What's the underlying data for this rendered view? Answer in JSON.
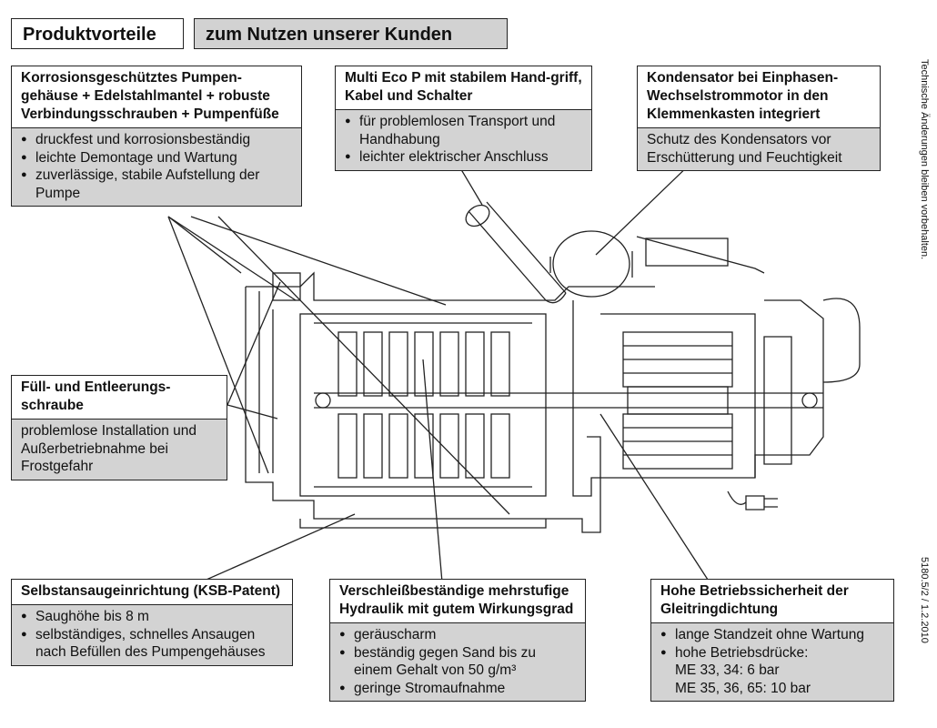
{
  "tabs": {
    "left": "Produktvorteile",
    "right": "zum Nutzen unserer Kunden"
  },
  "boxes": {
    "housing": {
      "title": "Korrosionsgeschütztes Pumpen-gehäuse + Edelstahlmantel + robuste Verbindungsschrauben + Pumpenfüße",
      "items": [
        "druckfest und korrosionsbeständig",
        "leichte Demontage und Wartung",
        "zuverlässige, stabile Aufstellung der Pumpe"
      ]
    },
    "handle": {
      "title": "Multi Eco P mit stabilem Hand-griff, Kabel und Schalter",
      "items": [
        "für problemlosen Transport und Handhabung",
        "leichter elektrischer Anschluss"
      ]
    },
    "capacitor": {
      "title": "Kondensator bei Einphasen-Wechselstrommotor in den Klemmenkasten integriert",
      "text": "Schutz des Kondensators vor Erschütterung und Feuchtigkeit"
    },
    "fill": {
      "title": "Füll- und Entleerungs-schraube",
      "text": "problemlose Installation und Außerbetriebnahme bei Frostgefahr"
    },
    "selfpriming": {
      "title": "Selbstansaugeinrichtung (KSB-Patent)",
      "items": [
        "Saughöhe bis 8 m",
        "selbständiges, schnelles Ansaugen nach Befüllen des Pumpengehäuses"
      ]
    },
    "hydraulics": {
      "title": "Verschleißbeständige mehrstufige Hydraulik mit gutem Wirkungsgrad",
      "items": [
        "geräuscharm",
        "beständig gegen Sand bis zu einem Gehalt von 50 g/m³",
        "geringe Stromaufnahme"
      ]
    },
    "seal": {
      "title": "Hohe Betriebssicherheit der Gleitringdichtung",
      "items": [
        "lange Standzeit ohne Wartung",
        "hohe Betriebsdrücke:"
      ],
      "sub": [
        "ME 33, 34: 6 bar",
        "ME 35, 36, 65: 10 bar"
      ]
    }
  },
  "side_notes": {
    "top": "Technische Änderungen bleiben vorbehalten.",
    "bottom": "5180.5/2  /  1.2.2010"
  }
}
